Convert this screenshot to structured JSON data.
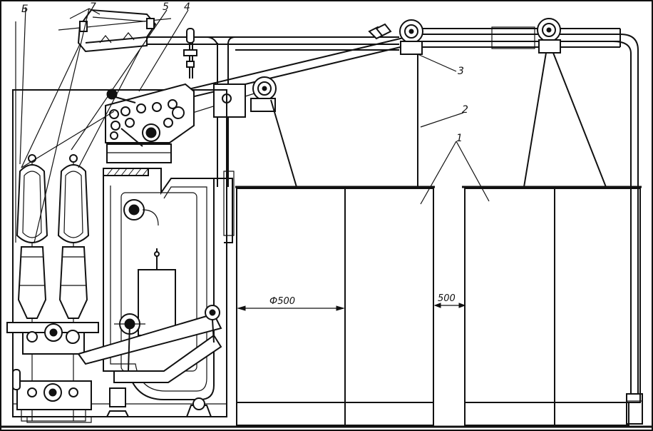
{
  "labels": {
    "l1": "1",
    "l2": "2",
    "l3": "3",
    "l4": "4",
    "l5": "5",
    "l6": "Б",
    "l7": "7"
  },
  "dimensions": {
    "can_diameter": "Ф500",
    "gap": "500"
  }
}
